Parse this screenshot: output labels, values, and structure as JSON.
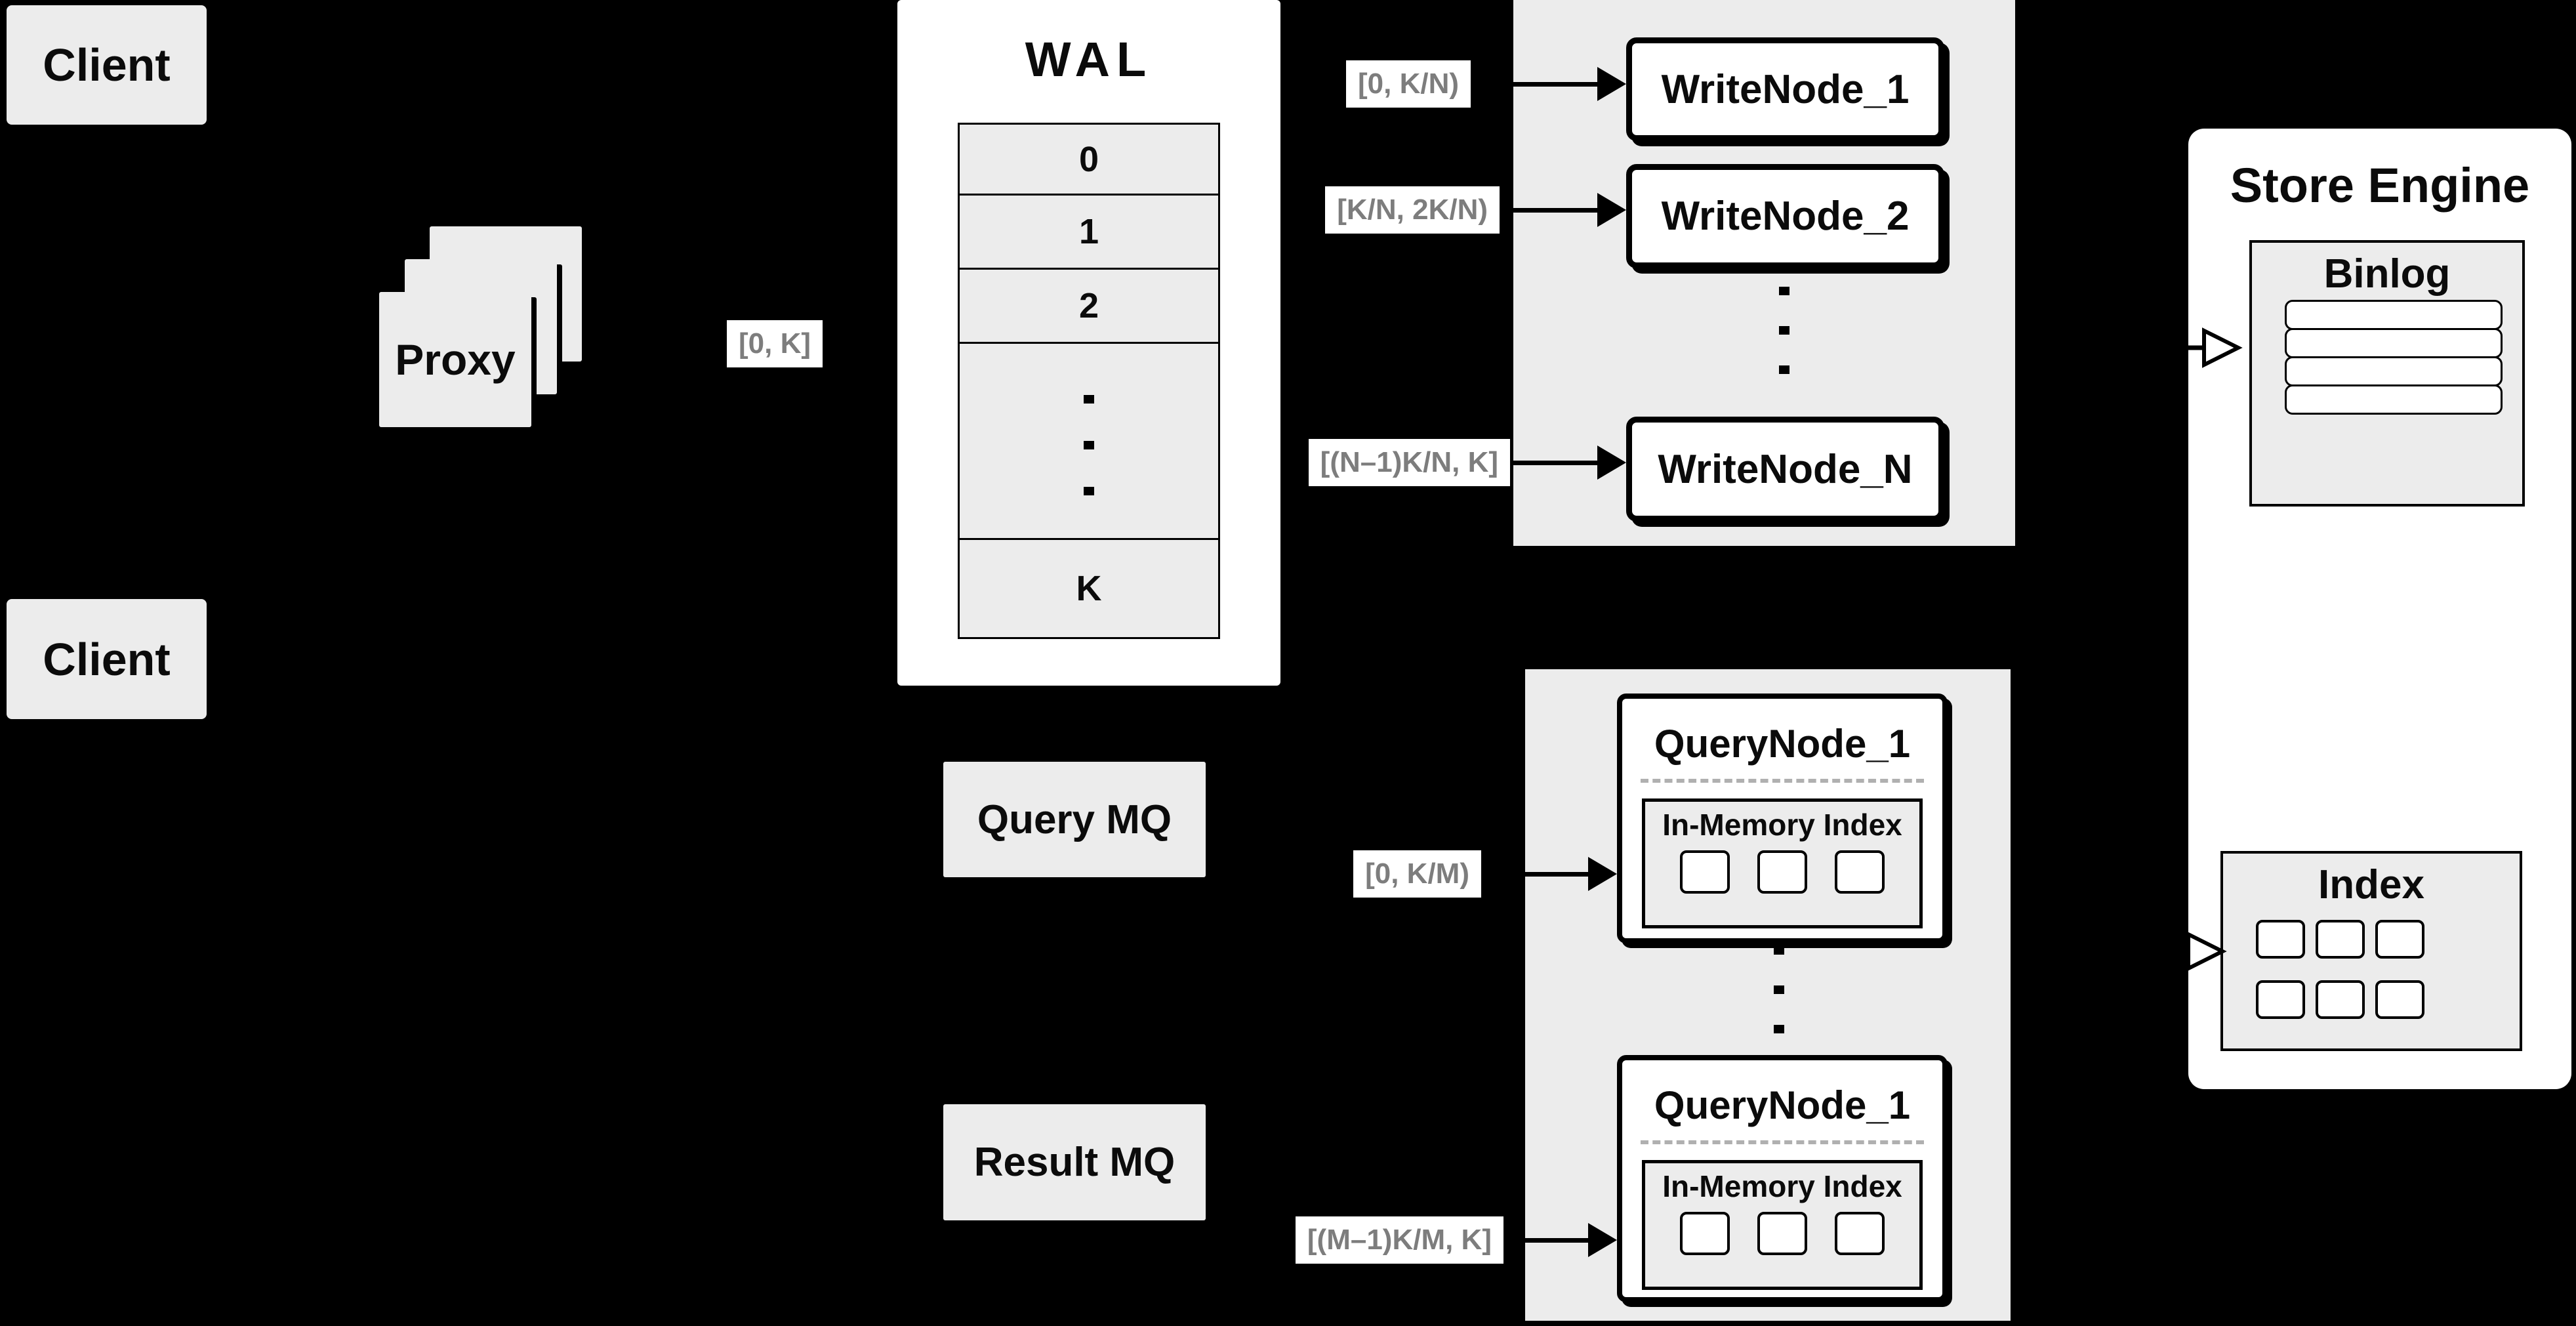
{
  "colors": {
    "background": "#000000",
    "box_fill": "#ececec",
    "node_fill": "#ffffff",
    "border": "#000000",
    "text": "#0b0b0b",
    "range_text": "#7d7d7d",
    "dashed_divider": "#b0b0b0"
  },
  "clients": {
    "top_label": "Client",
    "bottom_label": "Client"
  },
  "proxy": {
    "label": "Proxy",
    "range_label": "[0, K]"
  },
  "wal": {
    "title": "WAL",
    "rows": [
      "0",
      "1",
      "2"
    ],
    "last_row": "K"
  },
  "write_group": {
    "nodes": [
      {
        "label": "WriteNode_1",
        "range_label": "[0, K/N)"
      },
      {
        "label": "WriteNode_2",
        "range_label": "[K/N, 2K/N)"
      },
      {
        "label": "WriteNode_N",
        "range_label": "[(N–1)K/N, K]"
      }
    ]
  },
  "message_queues": {
    "query_label": "Query MQ",
    "result_label": "Result MQ"
  },
  "query_group": {
    "nodes": [
      {
        "title": "QueryNode_1",
        "inner_label": "In-Memory Index",
        "range_label": "[0, K/M)"
      },
      {
        "title": "QueryNode_1",
        "inner_label": "In-Memory Index",
        "range_label": "[(M–1)K/M, K]"
      }
    ]
  },
  "store_engine": {
    "title": "Store Engine",
    "binlog_label": "Binlog",
    "index_label": "Index"
  }
}
